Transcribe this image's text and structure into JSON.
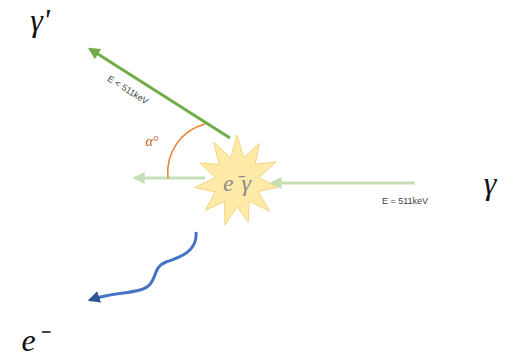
{
  "diagram": {
    "nodes": [
      {
        "text": [
          "e⁻γ"
        ]
      }
    ],
    "labels": [
      "γ'",
      "E < 511keV",
      "α°",
      "E = 511keV",
      "γ",
      "e⁻"
    ]
  }
}
